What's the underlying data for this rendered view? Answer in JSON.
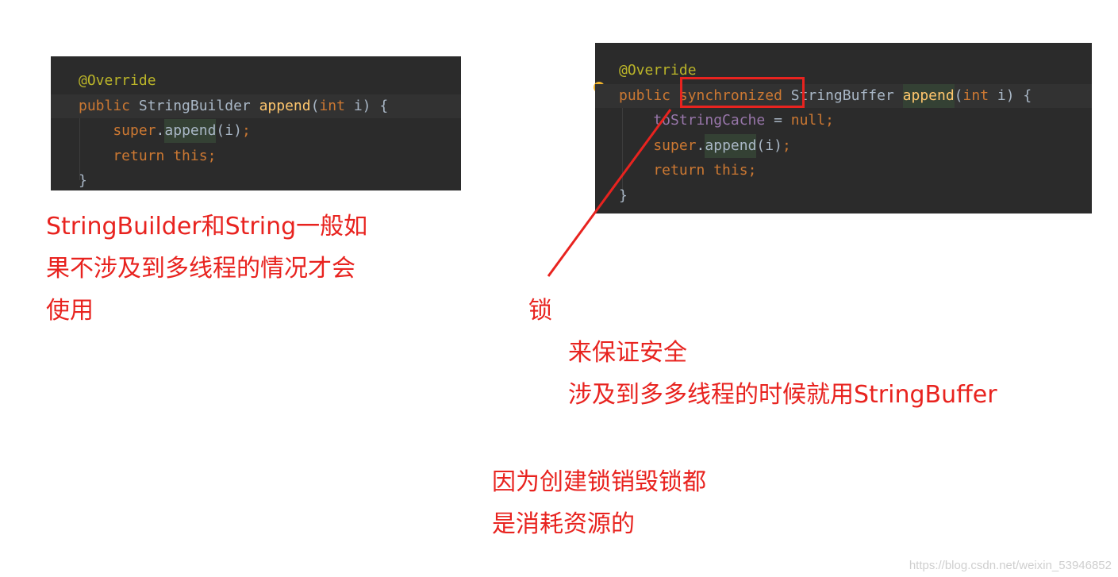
{
  "left_code": {
    "lines": [
      [
        {
          "t": "@Override",
          "c": "annot"
        }
      ],
      [
        {
          "t": "public ",
          "c": "kw"
        },
        {
          "t": "StringBuilder ",
          "c": "plain"
        },
        {
          "t": "append",
          "c": "fn"
        },
        {
          "t": "(",
          "c": "plain"
        },
        {
          "t": "int ",
          "c": "kw"
        },
        {
          "t": "i) {",
          "c": "plain"
        }
      ],
      [
        {
          "t": "    super",
          "c": "kw"
        },
        {
          "t": ".",
          "c": "plain"
        },
        {
          "t": "append",
          "c": "plain",
          "hl": true
        },
        {
          "t": "(i)",
          "c": "plain"
        },
        {
          "t": ";",
          "c": "kw"
        }
      ],
      [
        {
          "t": "    return this",
          "c": "kw"
        },
        {
          "t": ";",
          "c": "kw"
        }
      ],
      [
        {
          "t": "}",
          "c": "plain"
        }
      ]
    ]
  },
  "right_code": {
    "lines": [
      [
        {
          "t": "@Override",
          "c": "annot"
        }
      ],
      [
        {
          "t": "public ",
          "c": "kw"
        },
        {
          "t": "synchronized ",
          "c": "kw"
        },
        {
          "t": "StringBuffer ",
          "c": "plain"
        },
        {
          "t": "caret",
          "c": "caret"
        },
        {
          "t": "append",
          "c": "fn",
          "hl": true
        },
        {
          "t": "(",
          "c": "plain"
        },
        {
          "t": "int ",
          "c": "kw"
        },
        {
          "t": "i) {",
          "c": "plain"
        }
      ],
      [
        {
          "t": "    toStringCache",
          "c": "field"
        },
        {
          "t": " = ",
          "c": "plain"
        },
        {
          "t": "null",
          "c": "kw"
        },
        {
          "t": ";",
          "c": "kw"
        }
      ],
      [
        {
          "t": "    super",
          "c": "kw"
        },
        {
          "t": ".",
          "c": "plain"
        },
        {
          "t": "append",
          "c": "plain",
          "hl": true
        },
        {
          "t": "(i)",
          "c": "plain"
        },
        {
          "t": ";",
          "c": "kw"
        }
      ],
      [
        {
          "t": "    return this",
          "c": "kw"
        },
        {
          "t": ";",
          "c": "kw"
        }
      ],
      [
        {
          "t": "}",
          "c": "plain"
        }
      ]
    ]
  },
  "notes": {
    "builder_line1": "StringBuilder和String一般如",
    "builder_line2": "果不涉及到多线程的情况才会",
    "builder_line3": "使用",
    "lock": "锁",
    "safety_line1": "来保证安全",
    "safety_line2": "涉及到多多线程的时候就用StringBuffer",
    "cost_line1": "因为创建锁销毁锁都",
    "cost_line2": "是消耗资源的"
  },
  "watermark": "https://blog.csdn.net/weixin_53946852",
  "colors": {
    "annotation_red": "#e8231f",
    "editor_bg": "#2b2b2b",
    "keyword": "#cc7832",
    "function": "#ffc66d",
    "annotation": "#bbb529",
    "field": "#9876aa",
    "text": "#a9b7c6"
  }
}
